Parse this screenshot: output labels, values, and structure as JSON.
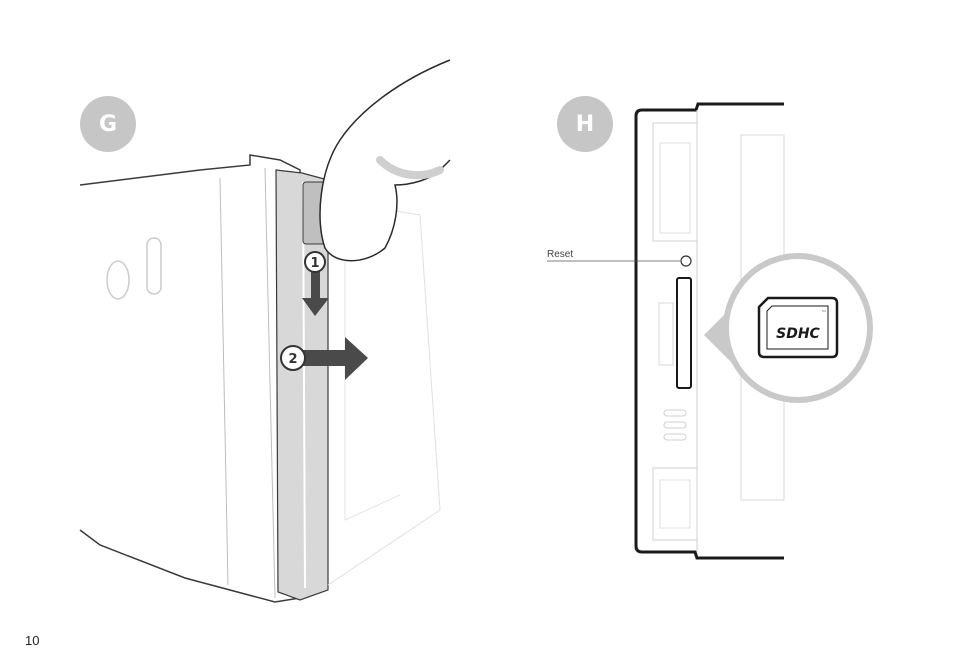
{
  "badges": {
    "g": "G",
    "h": "H"
  },
  "figure_g": {
    "step_1": "1",
    "step_2": "2"
  },
  "figure_h": {
    "reset_label": "Reset",
    "sd_logo_text": "SDHC",
    "sd_logo_mark": "™"
  },
  "footer": {
    "page_number": "10"
  },
  "colors": {
    "badge": "#c6c6c6",
    "outline": "#1a1a1a",
    "arrow": "#4a4a4a",
    "panel": "#d8d8d8"
  }
}
